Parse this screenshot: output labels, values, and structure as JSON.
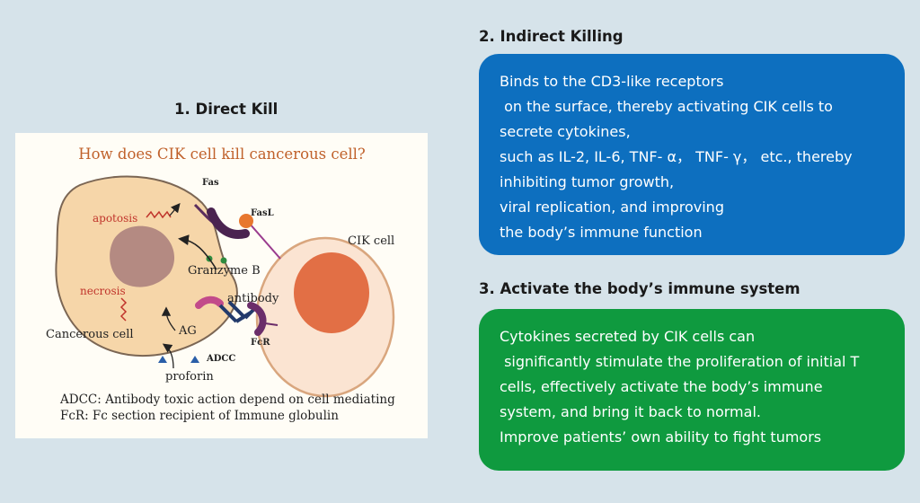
{
  "headings": {
    "direct": "1. Direct Kill",
    "indirect": "2. Indirect Killing",
    "activate": "3. Activate the body’s immune system"
  },
  "panel_blue": {
    "color": "#0d6fbf",
    "lines": [
      "Binds to the CD3-like receptors",
      " on the surface, thereby activating CIK cells to",
      "secrete cytokines,",
      "such as IL-2, IL-6, TNF- α， TNF- γ， etc., thereby",
      "inhibiting tumor growth,",
      "viral replication, and improving",
      "the body’s immune function"
    ]
  },
  "panel_green": {
    "color": "#0f9a3f",
    "lines": [
      "Cytokines secreted by CIK cells can",
      " significantly stimulate the proliferation of initial T",
      "cells, effectively activate the body’s immune",
      "system, and bring it back to normal.",
      "Improve patients’ own ability to fight tumors"
    ]
  },
  "diagram": {
    "title": "How does CIK cell kill cancerous cell?",
    "labels": {
      "fas": "Fas",
      "fasl": "FasL",
      "apoptosis": "apotosis",
      "granzyme": "Granzyme B",
      "cik": "CIK cell",
      "necrosis": "necrosis",
      "antibody": "antibody",
      "ag": "AG",
      "cancerous": "Cancerous cell",
      "fcr": "FcR",
      "adcc": "ADCC",
      "proforin": "proforin"
    },
    "legend": [
      "ADCC: Antibody toxic action depend on cell mediating",
      "FcR: Fc section recipient of Immune globulin"
    ]
  }
}
